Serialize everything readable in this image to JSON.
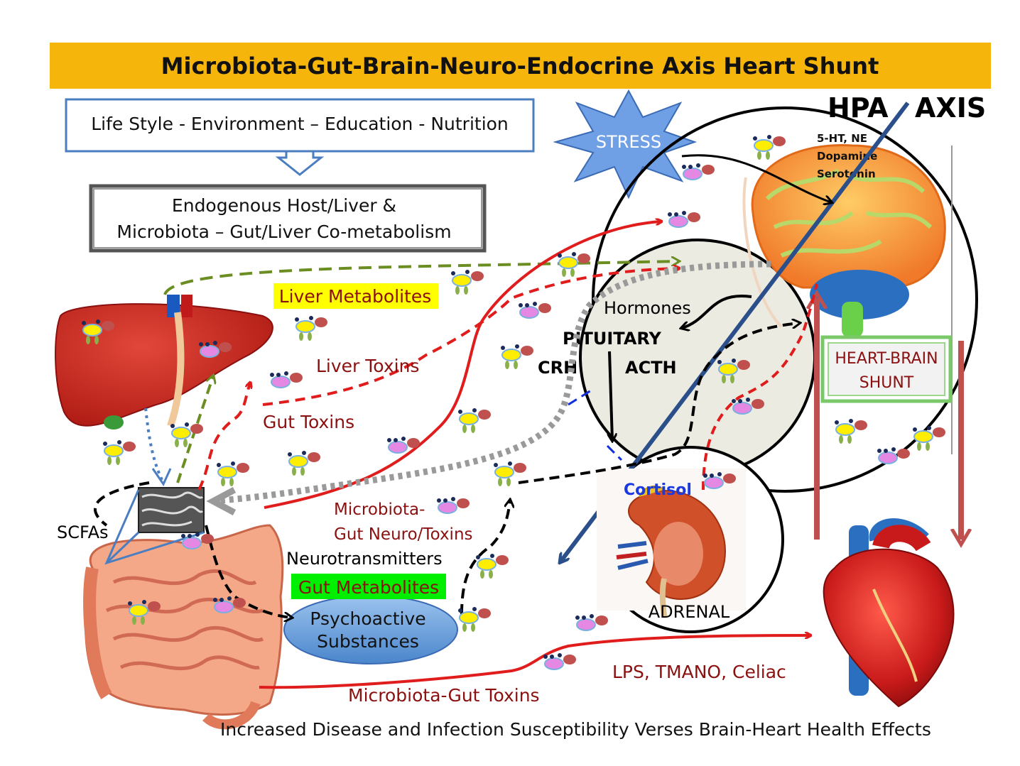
{
  "title": "Microbiota-Gut-Brain-Neuro-Endocrine Axis Heart Shunt",
  "hpa_axis": {
    "left": "HPA",
    "right": "AXIS"
  },
  "lifestyle_box": "Life Style - Environment – Education - Nutrition",
  "cometabolism_box": {
    "line1": "Endogenous Host/Liver &",
    "line2": "Microbiota – Gut/Liver Co-metabolism"
  },
  "stress": "STRESS",
  "brain_labels": {
    "line1": "5-HT, NE",
    "line2": "Dopamine",
    "line3": "Serotonin"
  },
  "pituitary": {
    "hormones": "Hormones",
    "pituitary": "PITUITARY",
    "crh": "CRH",
    "acth": "ACTH"
  },
  "heart_brain_shunt": {
    "line1": "HEART-BRAIN",
    "line2": "SHUNT"
  },
  "cortisol": "Cortisol",
  "adrenal": "ADRENAL",
  "liver_metabolites": "Liver Metabolites",
  "liver_toxins": "Liver Toxins",
  "gut_toxins": "Gut Toxins",
  "scfas": "SCFAs",
  "microbiota_neuro_toxins": {
    "line1": "Microbiota-",
    "line2": "Gut Neuro/Toxins"
  },
  "neurotransmitters": "Neurotransmitters",
  "gut_metabolites": "Gut Metabolites",
  "psychoactive": {
    "line1": "Psychoactive",
    "line2": "Substances"
  },
  "lps": "LPS, TMANO, Celiac",
  "microbiota_gut_toxins": "Microbiota-Gut Toxins",
  "footer": "Increased Disease and Infection Susceptibility Verses Brain-Heart Health Effects",
  "colors": {
    "title_bar": "#f5b50a",
    "dark_red_text": "#8b1010",
    "red_arrow": "#e01c1c",
    "green_dashed": "#6b8e23",
    "grey_dotted": "#9a9a9a",
    "blue_axis": "#2b4f8a",
    "shunt_arrow": "#c0504d",
    "psychoactive_fill": "#5b9bd5",
    "highlight_yellow": "#ffff00",
    "highlight_green": "#00ee00"
  }
}
